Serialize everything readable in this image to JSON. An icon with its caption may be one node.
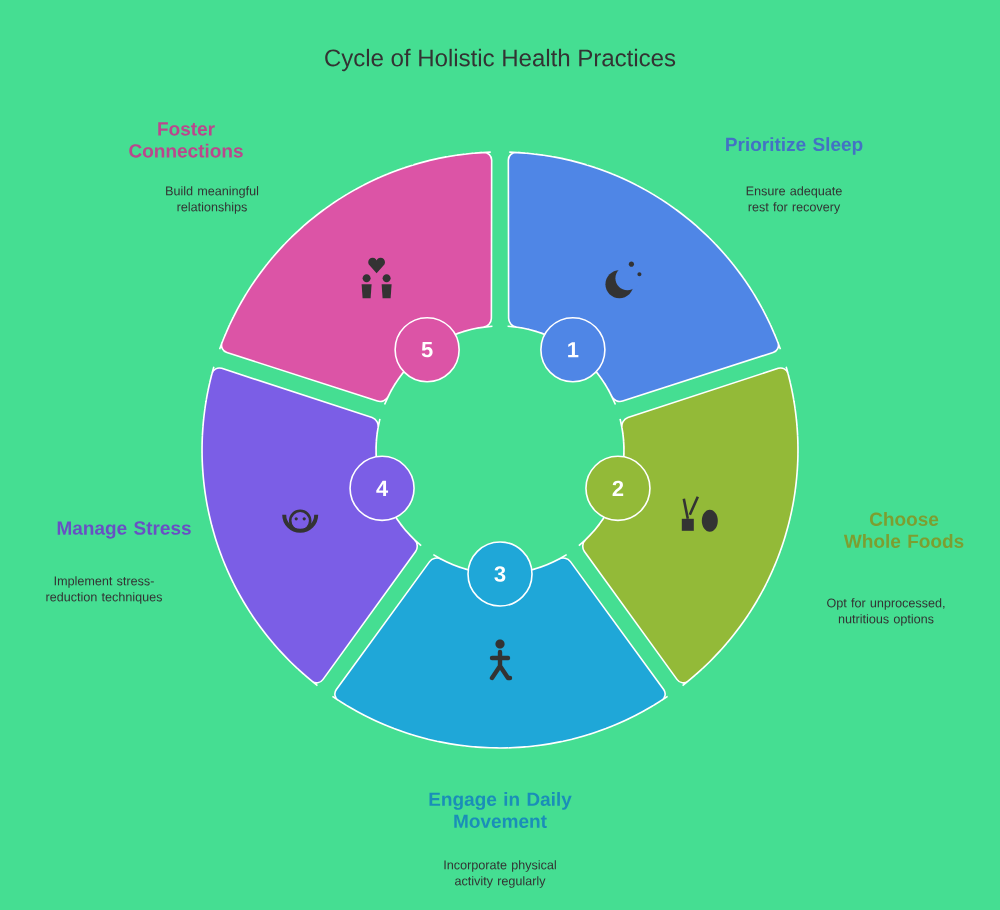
{
  "diagram": {
    "title": "Cycle of Holistic Health Practices",
    "nodes": [
      {
        "text": [
          "1"
        ],
        "beside": [
          "Prioritize Sleep",
          "Ensure adequate rest for recovery"
        ]
      },
      {
        "text": [
          "2"
        ],
        "beside": [
          "Choose Whole Foods",
          "Opt for unprocessed, nutritious options"
        ]
      },
      {
        "text": [
          "3"
        ],
        "beside": [
          "Engage in Daily Movement",
          "Incorporate physical activity regularly"
        ]
      },
      {
        "text": [
          "4"
        ],
        "beside": [
          "Manage Stress",
          "Implement stress-reduction techniques"
        ]
      },
      {
        "text": [
          "5"
        ],
        "beside": [
          "Foster Connections",
          "Build meaningful relationships"
        ]
      }
    ]
  }
}
